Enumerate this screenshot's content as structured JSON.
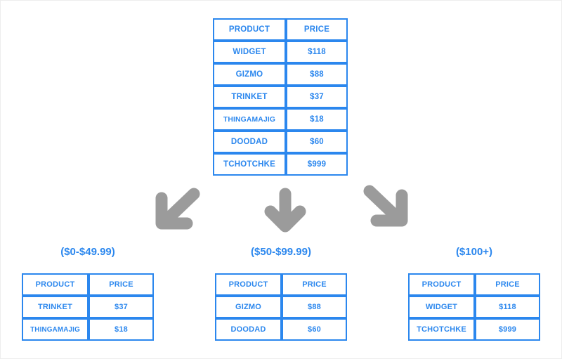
{
  "diagram": {
    "title_hidden": "",
    "accent_color": "#2b87ee",
    "arrow_color": "#9b9b9b",
    "background_color": "#ffffff"
  },
  "main_table": {
    "name": "source-product-price-table",
    "columns": [
      "PRODUCT",
      "PRICE"
    ],
    "rows": [
      {
        "product": "WIDGET",
        "price": "$118"
      },
      {
        "product": "GIZMO",
        "price": "$88"
      },
      {
        "product": "TRINKET",
        "price": "$37"
      },
      {
        "product": "THINGAMAJIG",
        "price": "$18"
      },
      {
        "product": "DOODAD",
        "price": "$60"
      },
      {
        "product": "TCHOTCHKE",
        "price": "$999"
      }
    ]
  },
  "arrows": [
    {
      "name": "arrow-down-left",
      "direction": "down-left",
      "color": "#9b9b9b"
    },
    {
      "name": "arrow-down",
      "direction": "down",
      "color": "#9b9b9b"
    },
    {
      "name": "arrow-down-right",
      "direction": "down-right",
      "color": "#9b9b9b"
    }
  ],
  "groups": [
    {
      "label": "($0-$49.99)",
      "columns": [
        "PRODUCT",
        "PRICE"
      ],
      "rows": [
        {
          "product": "TRINKET",
          "price": "$37"
        },
        {
          "product": "THINGAMAJIG",
          "price": "$18"
        }
      ]
    },
    {
      "label": "($50-$99.99)",
      "columns": [
        "PRODUCT",
        "PRICE"
      ],
      "rows": [
        {
          "product": "GIZMO",
          "price": "$88"
        },
        {
          "product": "DOODAD",
          "price": "$60"
        }
      ]
    },
    {
      "label": "($100+)",
      "columns": [
        "PRODUCT",
        "PRICE"
      ],
      "rows": [
        {
          "product": "WIDGET",
          "price": "$118"
        },
        {
          "product": "TCHOTCHKE",
          "price": "$999"
        }
      ]
    }
  ],
  "chart_data": {
    "type": "table",
    "title": "",
    "description_hidden": "",
    "source_columns": [
      "PRODUCT",
      "PRICE"
    ],
    "source_rows": [
      [
        "WIDGET",
        118
      ],
      [
        "GIZMO",
        88
      ],
      [
        "TRINKET",
        37
      ],
      [
        "THINGAMAJIG",
        18
      ],
      [
        "DOODAD",
        60
      ],
      [
        "TCHOTCHKE",
        999
      ]
    ],
    "buckets": [
      {
        "label": "($0-$49.99)",
        "range": [
          0,
          49.99
        ],
        "rows": [
          [
            "TRINKET",
            37
          ],
          [
            "THINGAMAJIG",
            18
          ]
        ]
      },
      {
        "label": "($50-$99.99)",
        "range": [
          50,
          99.99
        ],
        "rows": [
          [
            "GIZMO",
            88
          ],
          [
            "DOODAD",
            60
          ]
        ]
      },
      {
        "label": "($100+)",
        "range": [
          100,
          null
        ],
        "rows": [
          [
            "WIDGET",
            118
          ],
          [
            "TCHOTCHKE",
            999
          ]
        ]
      }
    ]
  }
}
